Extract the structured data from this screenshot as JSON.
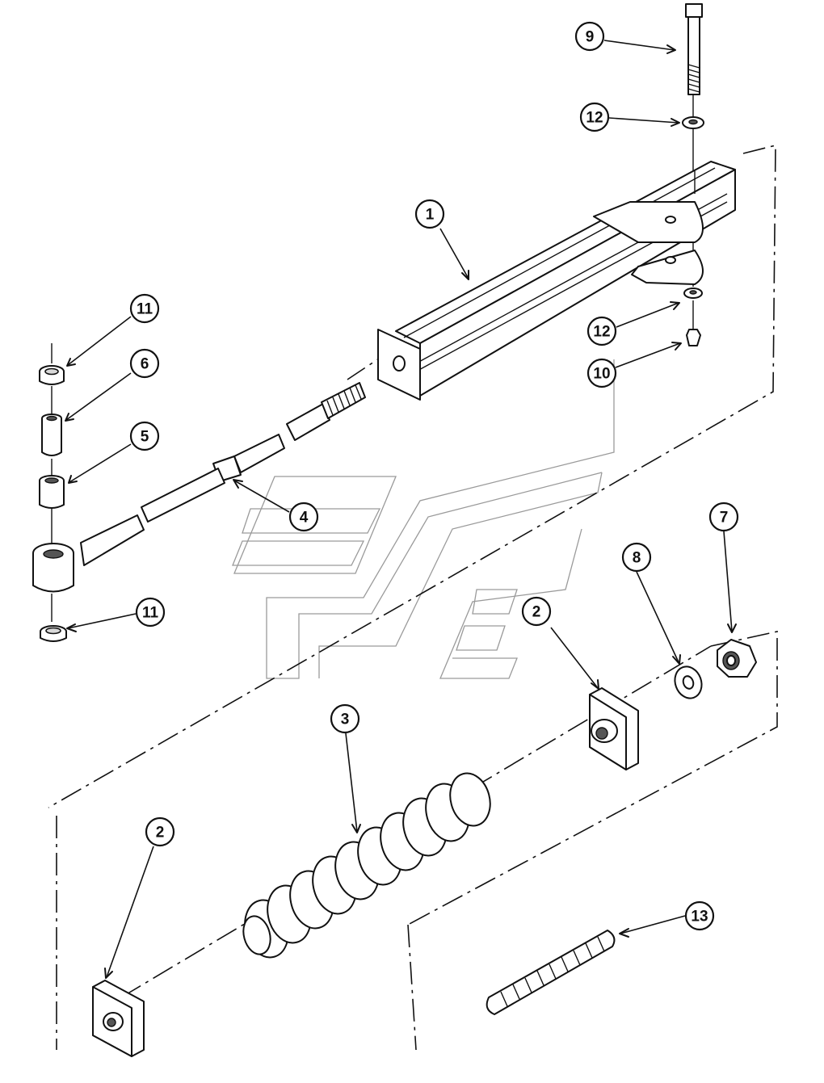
{
  "diagram": {
    "callouts": [
      {
        "id": "c1",
        "label": "1"
      },
      {
        "id": "c2a",
        "label": "2"
      },
      {
        "id": "c2b",
        "label": "2"
      },
      {
        "id": "c3",
        "label": "3"
      },
      {
        "id": "c4",
        "label": "4"
      },
      {
        "id": "c5",
        "label": "5"
      },
      {
        "id": "c6",
        "label": "6"
      },
      {
        "id": "c7",
        "label": "7"
      },
      {
        "id": "c8",
        "label": "8"
      },
      {
        "id": "c9",
        "label": "9"
      },
      {
        "id": "c10",
        "label": "10"
      },
      {
        "id": "c11a",
        "label": "11"
      },
      {
        "id": "c11b",
        "label": "11"
      },
      {
        "id": "c12a",
        "label": "12"
      },
      {
        "id": "c12b",
        "label": "12"
      },
      {
        "id": "c13",
        "label": "13"
      }
    ]
  }
}
